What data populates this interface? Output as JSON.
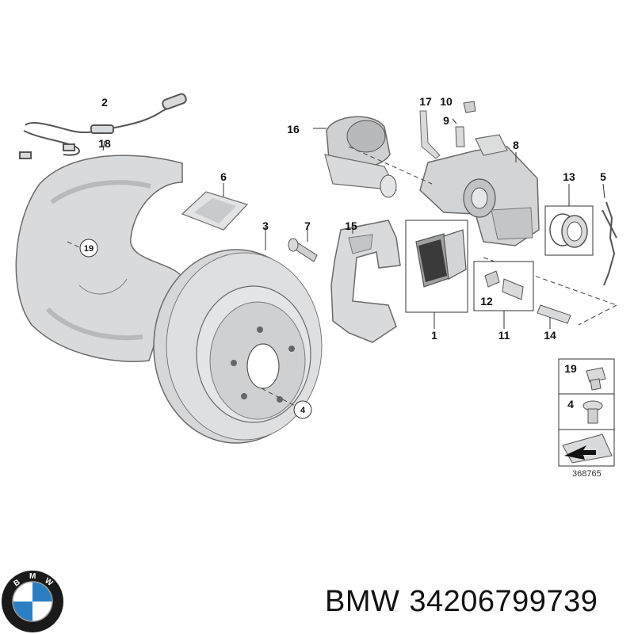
{
  "brand": {
    "name": "BMW",
    "part_number": "34206799739",
    "logo_letters": [
      "B",
      "M",
      "W"
    ],
    "logo_colors": {
      "blue": "#2b7ec2",
      "white": "#ffffff",
      "ring": "#1a1a1a"
    }
  },
  "diagram": {
    "labels": [
      "1",
      "2",
      "3",
      "5",
      "6",
      "7",
      "8",
      "9",
      "10",
      "11",
      "12",
      "13",
      "14",
      "15",
      "16",
      "17",
      "18"
    ],
    "circled_labels": [
      "19",
      "4"
    ],
    "legend_items": [
      "19",
      "4"
    ],
    "reference_code": "368765",
    "colors": {
      "part_fill": "#d9dadb",
      "part_stroke": "#6a6a6a",
      "shade": "#b8b9ba"
    }
  }
}
